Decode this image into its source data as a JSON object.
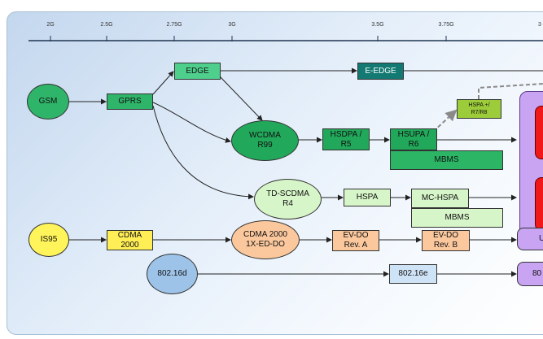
{
  "timeline": {
    "ticks": [
      "2G",
      "2.5G",
      "2.75G",
      "3G",
      "3.5G",
      "3.75G",
      "3"
    ]
  },
  "nodes": {
    "gsm": "GSM",
    "gprs": "GPRS",
    "edge": "EDGE",
    "e_edge": "E-EDGE",
    "wcdma_line1": "WCDMA",
    "wcdma_line2": "R99",
    "hsdpa_line1": "HSDPA /",
    "hsdpa_line2": "R5",
    "hsupa_line1": "HSUPA /",
    "hsupa_line2": "R6",
    "mbms_1": "MBMS",
    "hspa_plus_line1": "HSPA +/",
    "hspa_plus_line2": "R7/R8",
    "td_scdma_line1": "TD-SCDMA",
    "td_scdma_line2": "R4",
    "hspa": "HSPA",
    "mc_hspa": "MC-HSPA",
    "mbms_2": "MBMS",
    "is95": "IS95",
    "cdma2000_line1": "CDMA",
    "cdma2000_line2": "2000",
    "cdma2000_1x_line1": "CDMA 2000",
    "cdma2000_1x_line2": "1X-ED-DO",
    "evdo_a_line1": "EV-DO",
    "evdo_a_line2": "Rev. A",
    "evdo_b_line1": "EV-DO",
    "evdo_b_line2": "Rev. B",
    "u_partial": "U",
    "wimax_16d": "802.16d",
    "wimax_16e": "802.16e",
    "wimax_partial": "80"
  },
  "colors": {
    "gsm": "#2fb56a",
    "edge": "#4fcf8c",
    "e_edge": "#127a72",
    "wcdma": "#21a85a",
    "hsdpa": "#21a85a",
    "mbms_green": "#2bb565",
    "hspa_plus": "#9ccc3a",
    "light_green": "#d6f5c8",
    "is95": "#fff45a",
    "cdma2000": "#ffee55",
    "cdma_1x": "#fbc89e",
    "evdo": "#fbc89e",
    "wimax_16d": "#9dc3e8",
    "wimax_16e": "#cfe3f6",
    "purple": "#c9a4f3",
    "red": "#f01818"
  }
}
